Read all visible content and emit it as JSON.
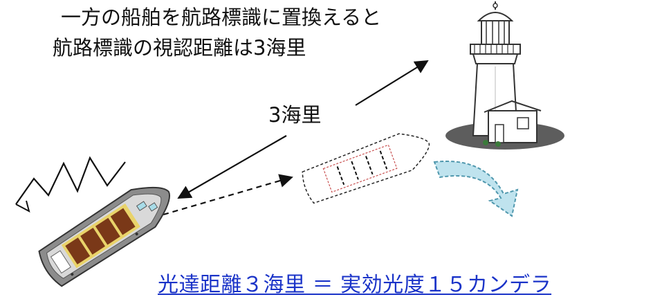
{
  "caption": {
    "line1": "一方の船舶を航路標識に置換えると",
    "line2": "航路標識の視認距離は3海里"
  },
  "distance_label": "3海里",
  "formula": "光達距離３海里 ＝ 実効光度１５カンデラ",
  "colors": {
    "text": "#111111",
    "formula": "#1a33c8",
    "arrow_fill": "#bfe3ee",
    "arrow_stroke": "#4f97ad",
    "hull": "#8c8c8c",
    "deck": "#7a3818",
    "deck_frame": "#e9d36a",
    "lighthouse_base": "#5d5d5d"
  },
  "icons": [
    "lighthouse-icon",
    "boat-icon",
    "ghost-boat-icon",
    "turn-arrow-icon",
    "zigzag-waves-icon"
  ]
}
